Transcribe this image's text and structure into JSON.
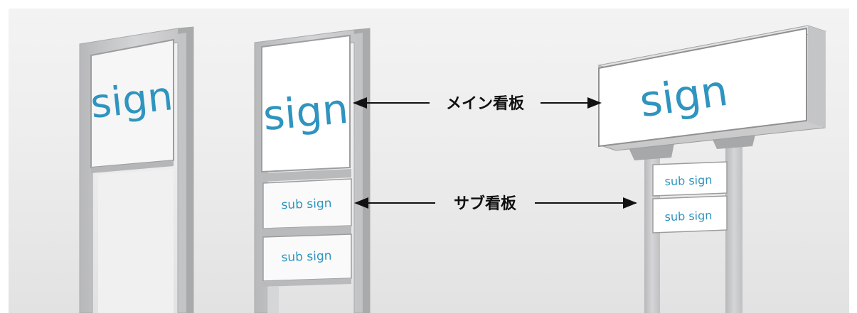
{
  "colors": {
    "sign_text": "#2f94bf",
    "pole": "#c9cacb",
    "panel": "#ffffff",
    "arrow": "#111111",
    "background": "#ececec"
  },
  "signs": {
    "left": {
      "main": "sign"
    },
    "middle": {
      "main": "sign",
      "sub": [
        "sub sign",
        "sub sign"
      ]
    },
    "right": {
      "main": "sign",
      "sub": [
        "sub sign",
        "sub sign"
      ]
    }
  },
  "labels": {
    "main_sign": "メイン看板",
    "sub_sign": "サブ看板"
  }
}
